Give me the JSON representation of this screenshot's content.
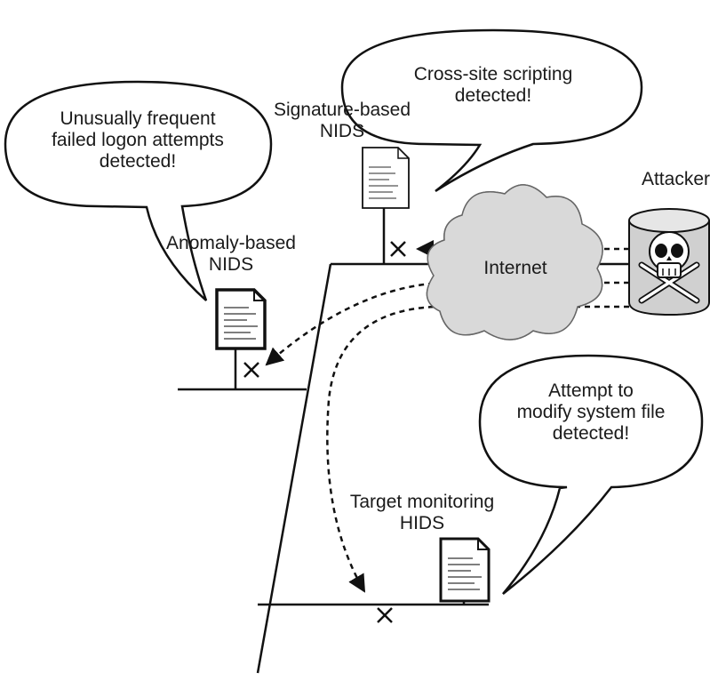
{
  "speech_bubbles": {
    "anomaly_alert": "Unusually frequent\nfailed logon attempts\ndetected!",
    "signature_alert": "Cross-site scripting\ndetected!",
    "host_alert": "Attempt to\nmodify system file\ndetected!"
  },
  "labels": {
    "signature_nids": "Signature-based\nNIDS",
    "anomaly_nids": "Anomaly-based\nNIDS",
    "target_hids": "Target monitoring\nHIDS",
    "internet": "Internet",
    "attacker": "Attacker"
  },
  "icons": {
    "document": "document-icon",
    "attacker": "skull-crossbones-icon",
    "blocked": "x-mark-icon",
    "cloud": "cloud-icon"
  },
  "colors": {
    "line": "#111111",
    "cloud_fill": "#d9d9d9",
    "cylinder_fill": "#d0d0d0",
    "background": "#ffffff"
  }
}
